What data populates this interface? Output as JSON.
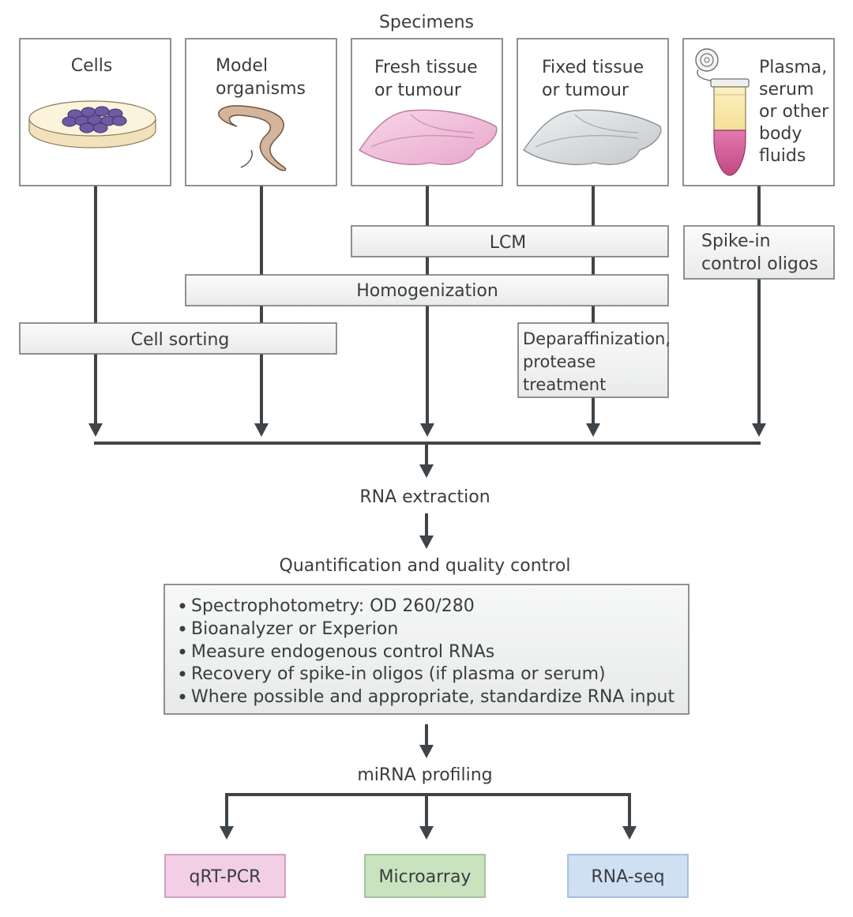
{
  "header": {
    "title": "Specimens"
  },
  "specimens": [
    {
      "lines": [
        "Cells"
      ]
    },
    {
      "lines": [
        "Model",
        "organisms"
      ]
    },
    {
      "lines": [
        "Fresh tissue",
        "or tumour"
      ]
    },
    {
      "lines": [
        "Fixed tissue",
        "or tumour"
      ]
    },
    {
      "lines": [
        "Plasma,",
        "serum",
        "or other",
        "body",
        "fluids"
      ]
    }
  ],
  "processing": {
    "lcm": "LCM",
    "spike_in": [
      "Spike-in",
      "control oligos"
    ],
    "homogenization": "Homogenization",
    "cell_sorting": "Cell sorting",
    "deparaffinization": [
      "Deparaffinization,",
      "protease",
      "treatment"
    ]
  },
  "rna_extraction": "RNA extraction",
  "qc": {
    "title": "Quantification and quality control",
    "items": [
      "Spectrophotometry: OD 260/280",
      "Bioanalyzer or Experion",
      "Measure endogenous control RNAs",
      "Recovery of spike-in oligos (if plasma or serum)",
      "Where possible and appropriate, standardize RNA input"
    ]
  },
  "profiling": {
    "title": "miRNA profiling",
    "methods": [
      {
        "label": "qRT-PCR",
        "color": "#f2cfe6",
        "border": "#c58ab4"
      },
      {
        "label": "Microarray",
        "color": "#c9e3bf",
        "border": "#8fb682"
      },
      {
        "label": "RNA-seq",
        "color": "#cfe0f3",
        "border": "#8fb0d6"
      }
    ]
  },
  "colors": {
    "line": "#3f4448",
    "box_border": "#6b6e70",
    "box_fill": "#f2f3f3"
  }
}
